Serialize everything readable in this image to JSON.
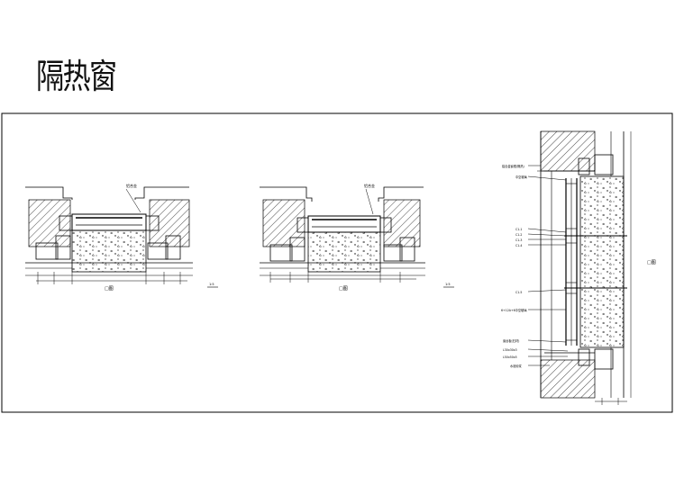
{
  "title": "隔热窗",
  "sheet": {
    "colors": {
      "line": "#000000",
      "paper": "#ffffff"
    }
  },
  "details": {
    "plan_left": {
      "callout": "铝合金",
      "scale_label": "1:5",
      "view_label": "□图"
    },
    "plan_middle": {
      "callout": "铝合金",
      "scale_label": "1:5",
      "view_label": "□图"
    },
    "section_right": {
      "view_label": "□图",
      "notes": [
        "铝合金窗框(隔热)",
        "中空玻璃",
        "C1-1",
        "C1-2",
        "C1-3",
        "C1-4",
        "C1-5",
        "6+12A+6中空玻璃",
        "窗台板(石材)",
        "L30x30x3",
        "L50x50x5",
        "水泥砂浆"
      ]
    }
  }
}
